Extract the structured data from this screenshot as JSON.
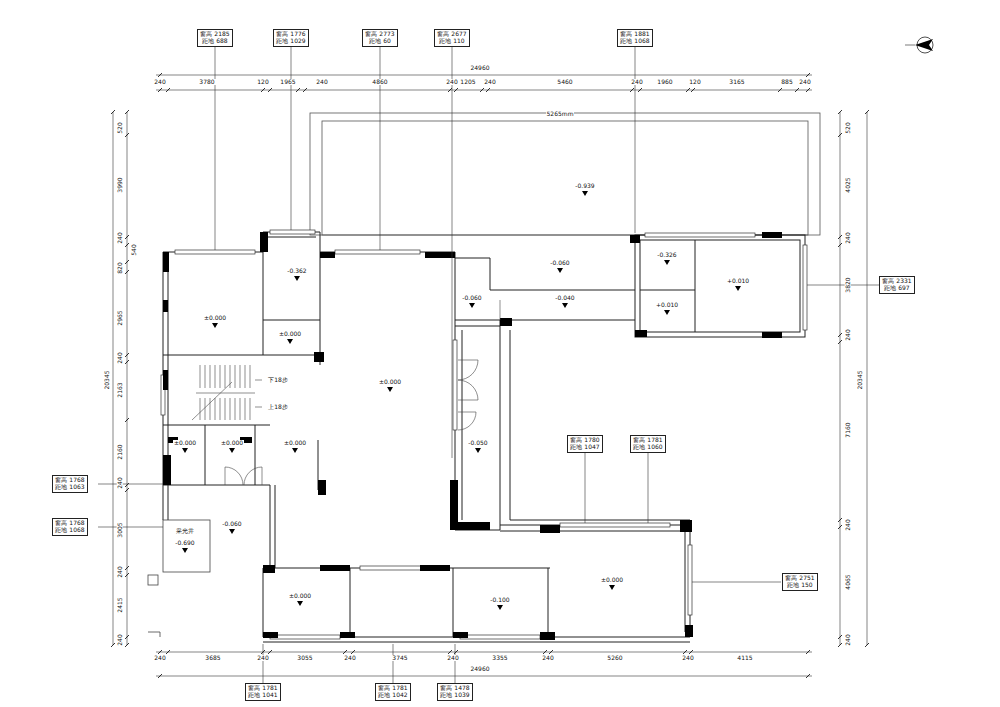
{
  "diagram": {
    "nodes": [
      {
        "text": [
          "窗高 2185",
          "距地 688"
        ]
      },
      {
        "text": [
          "窗高 1776",
          "距地 1029"
        ]
      },
      {
        "text": [
          "窗高 2773",
          "距地 60"
        ]
      },
      {
        "text": [
          "窗高 2677",
          "距地 110"
        ]
      },
      {
        "text": [
          "窗高 1881",
          "距地 1068"
        ]
      },
      {
        "text": [
          "窗高 2331",
          "距地 697"
        ]
      },
      {
        "text": [
          "窗高 1780",
          "距地 1047"
        ]
      },
      {
        "text": [
          "窗高 1781",
          "距地 1060"
        ]
      },
      {
        "text": [
          "窗高 1768",
          "距地 1063"
        ]
      },
      {
        "text": [
          "窗高 1768",
          "距地 1068"
        ]
      },
      {
        "text": [
          "窗高 2751",
          "距地 150"
        ]
      },
      {
        "text": [
          "窗高 1781",
          "距地 1041"
        ]
      },
      {
        "text": [
          "窗高 1781",
          "距地 1042"
        ]
      },
      {
        "text": [
          "窗高 1478",
          "距地 1039"
        ]
      }
    ],
    "labels": [
      "24960",
      "240",
      "3780",
      "120",
      "1965",
      "240",
      "4860",
      "240",
      "1205",
      "240",
      "5460",
      "240",
      "1960",
      "120",
      "3165",
      "885",
      "240",
      "24960",
      "240",
      "3685",
      "240",
      "3055",
      "240",
      "3745",
      "240",
      "3355",
      "240",
      "5260",
      "240",
      "4115",
      "20345",
      "520",
      "3990",
      "240",
      "540",
      "820",
      "2965",
      "240",
      "2163",
      "2160",
      "240",
      "3005",
      "240",
      "2415",
      "240",
      "20345",
      "520",
      "4025",
      "240",
      "3820",
      "240",
      "7160",
      "240",
      "4065",
      "240",
      "-0.939",
      "-0.060",
      "-0.060",
      "-0.040",
      "-0.326",
      "+0.010",
      "+0.010",
      "-0.362",
      "±0.000",
      "±0.000",
      "±0.000",
      "±0.000",
      "±0.000",
      "±0.000",
      "-0.060",
      "-0.690",
      "-0.050",
      "±0.000",
      "±0.000",
      "-0.100",
      "下18步",
      "上18步",
      "采光井",
      "5265mm"
    ]
  }
}
